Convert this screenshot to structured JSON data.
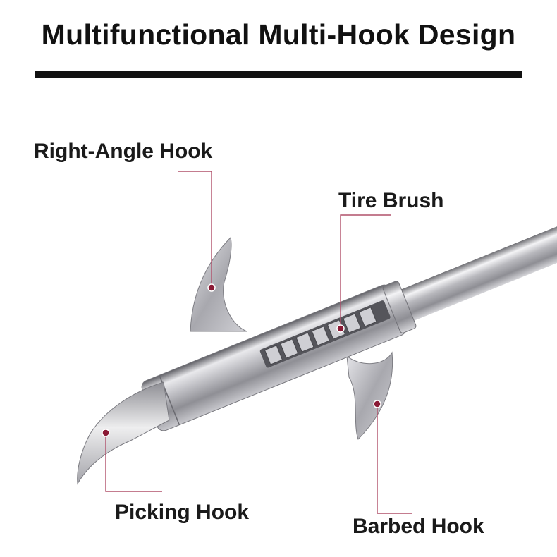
{
  "title": "Multifunctional Multi-Hook Design",
  "callouts": {
    "right_angle_hook": "Right-Angle Hook",
    "tire_brush": "Tire Brush",
    "picking_hook": "Picking Hook",
    "barbed_hook": "Barbed Hook"
  },
  "colors": {
    "text": "#111111",
    "leader_line": "#b0506a",
    "marker_dot": "#8a1a35",
    "steel": "#c8c8cc"
  }
}
